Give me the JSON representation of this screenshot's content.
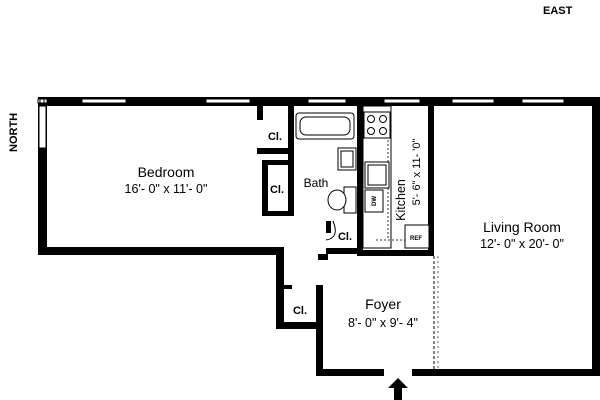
{
  "compass": {
    "east": "EAST",
    "north": "NORTH"
  },
  "rooms": {
    "bedroom": {
      "name": "Bedroom",
      "dims": "16'- 0\" x 11'- 0\""
    },
    "bath": {
      "name": "Bath"
    },
    "kitchen": {
      "name": "Kitchen",
      "dims": "5'- 6\" x 11- '0\""
    },
    "living": {
      "name": "Living Room",
      "dims": "12'- 0\" x 20'- 0\""
    },
    "foyer": {
      "name": "Foyer",
      "dims": "8'- 0\" x 9'- 4\""
    }
  },
  "closets": {
    "label": "Cl."
  },
  "appliances": {
    "dishwasher": "DW",
    "refrigerator": "REF"
  },
  "colors": {
    "wall": "#000000",
    "background": "#ffffff"
  }
}
